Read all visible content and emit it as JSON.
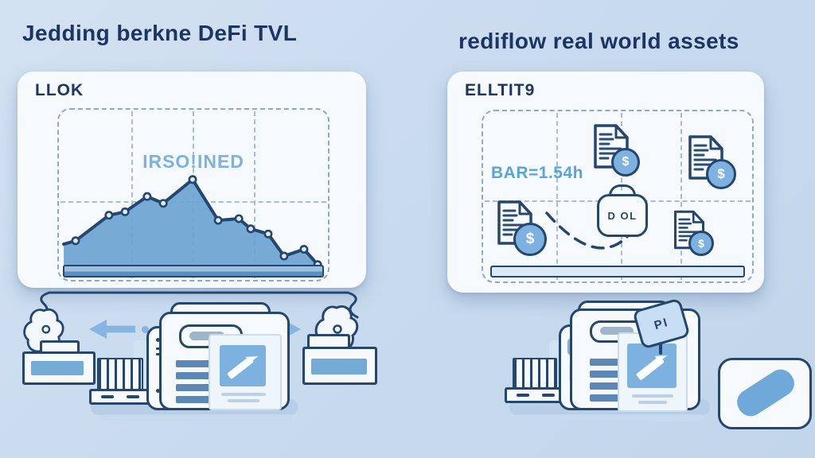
{
  "background_color": "#c9dbee",
  "palette": {
    "navy": "#24466f",
    "title_navy": "#1d3562",
    "area_blue": "#6ba4d2",
    "accent_blue": "#7db2e0",
    "annotation_blue": "#7cb3dd",
    "card_bg": "#f7fafd"
  },
  "left_panel": {
    "title": "Jedding berkne DeFi TVL",
    "card_label": "LLOK",
    "annotation": "IRSO!INED"
  },
  "right_panel": {
    "title": "rediflow real world assets",
    "card_label": "ELLTIT9",
    "rate_text": "BAR=1.54h",
    "badge_text": "D OL",
    "tag_text": "PI",
    "dollar": "$"
  },
  "chart_data": {
    "type": "area",
    "title": "Jedding berkne DeFi TVL",
    "annotation": "IRSO!INED",
    "xlabel": "",
    "ylabel": "",
    "x_tick_labels": [],
    "y_tick_labels": [],
    "grid": true,
    "legend": false,
    "points_percent": [
      [
        1.8,
        79
      ],
      [
        6.2,
        77
      ],
      [
        18.6,
        62
      ],
      [
        24.6,
        60
      ],
      [
        32.8,
        51
      ],
      [
        38.8,
        55
      ],
      [
        49.7,
        41
      ],
      [
        59.2,
        65
      ],
      [
        66.9,
        64
      ],
      [
        71.3,
        70
      ],
      [
        77.8,
        73
      ],
      [
        83.7,
        86
      ],
      [
        91.1,
        82
      ],
      [
        96.2,
        91
      ]
    ],
    "baseline_percent": 93.5
  }
}
